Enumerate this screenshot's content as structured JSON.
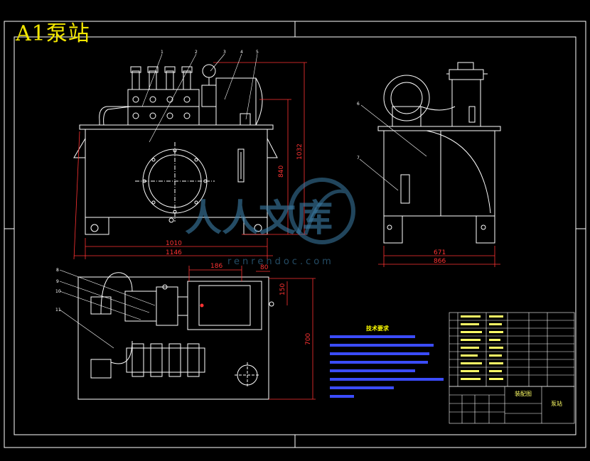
{
  "title_stamp": "A1泵站",
  "dimensions": {
    "front_width_inner": "1010",
    "front_width_outer": "1146",
    "front_height_1": "840",
    "front_height_2": "1032",
    "side_width_inner": "671",
    "side_width_outer": "866",
    "top_dim_a": "186",
    "top_dim_b": "80",
    "top_dim_c": "150",
    "top_dim_d": "700"
  },
  "callouts": [
    "1",
    "2",
    "3",
    "4",
    "5",
    "6",
    "7",
    "8",
    "9",
    "10",
    "11"
  ],
  "tech_requirements_title": "技术要求",
  "title_block": {
    "drawing_name": "泵站",
    "assembly_label": "装配图"
  },
  "watermark": {
    "text": "人人文库",
    "url": "renrendoc.com"
  },
  "colors": {
    "background": "#000000",
    "lines": "#ffffff",
    "dimension": "#ff3333",
    "title": "#f2e600",
    "text": "#ffff00",
    "watermark": "#3d7fa8"
  },
  "icons": [
    "watermark-logo-icon"
  ]
}
